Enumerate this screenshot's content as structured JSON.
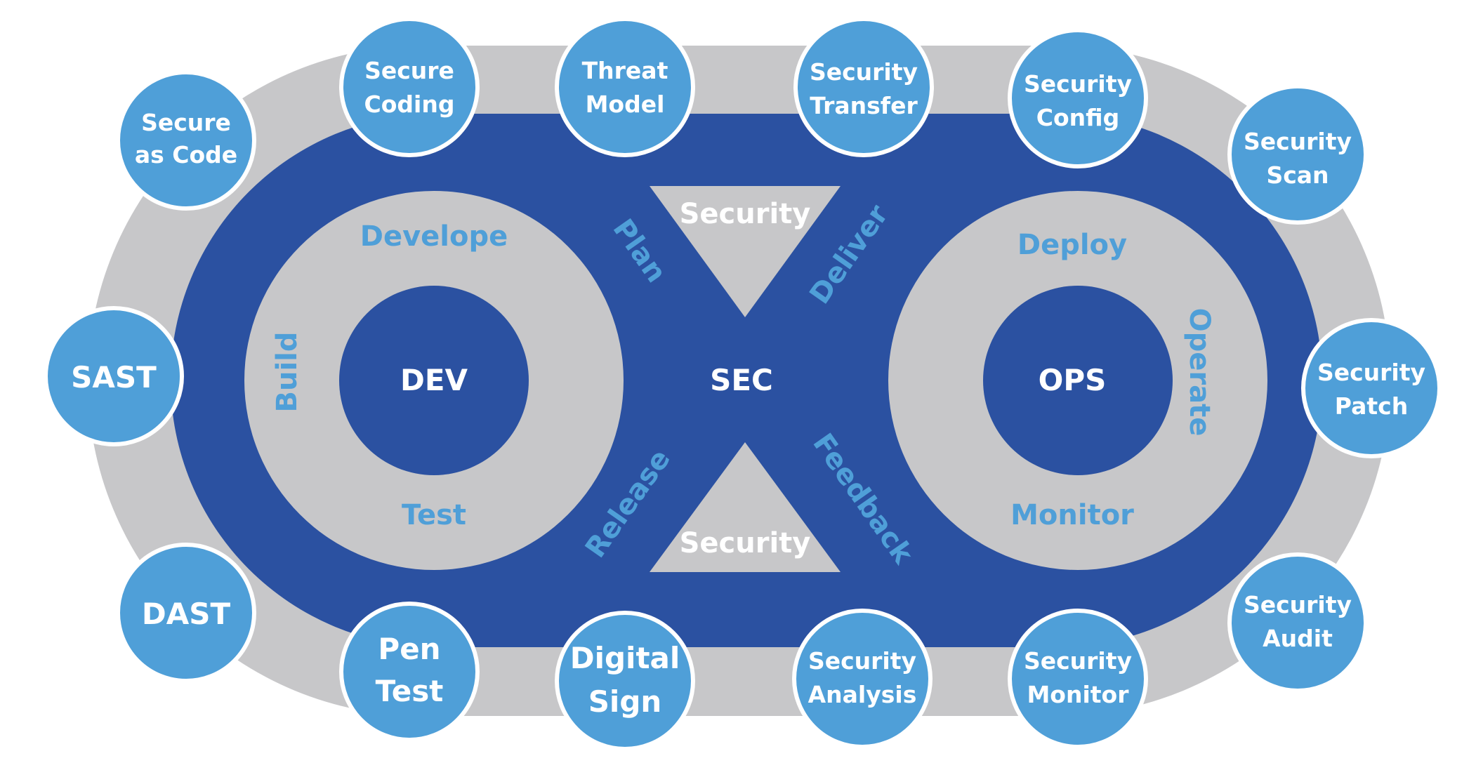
{
  "colors": {
    "outer_band": "#c7c7c9",
    "inner_band": "#2b51a1",
    "ring_fill": "#c7c7c9",
    "core_fill": "#2b51a1",
    "node_fill": "#4f9fd8",
    "node_stroke": "#ffffff",
    "phase_text": "#4f9fd8",
    "white_text": "#ffffff"
  },
  "cores": {
    "dev": "DEV",
    "sec": "SEC",
    "ops": "OPS"
  },
  "phases": {
    "develope": "Develope",
    "build": "Build",
    "test": "Test",
    "plan": "Plan",
    "release": "Release",
    "deliver": "Deliver",
    "feedback": "Feedback",
    "deploy": "Deploy",
    "operate": "Operate",
    "monitor": "Monitor"
  },
  "triangles": {
    "top": "Security",
    "bottom": "Security"
  },
  "nodes": {
    "secure_as_code": [
      "Secure",
      "as Code"
    ],
    "secure_coding": [
      "Secure",
      "Coding"
    ],
    "threat_model": [
      "Threat",
      "Model"
    ],
    "security_transfer": [
      "Security",
      "Transfer"
    ],
    "security_config": [
      "Security",
      "Config"
    ],
    "security_scan": [
      "Security",
      "Scan"
    ],
    "sast": [
      "SAST"
    ],
    "security_patch": [
      "Security",
      "Patch"
    ],
    "dast": [
      "DAST"
    ],
    "pen_test": [
      "Pen",
      "Test"
    ],
    "digital_sign": [
      "Digital",
      "Sign"
    ],
    "security_analysis": [
      "Security",
      "Analysis"
    ],
    "security_monitor": [
      "Security",
      "Monitor"
    ],
    "security_audit": [
      "Security",
      "Audit"
    ]
  }
}
